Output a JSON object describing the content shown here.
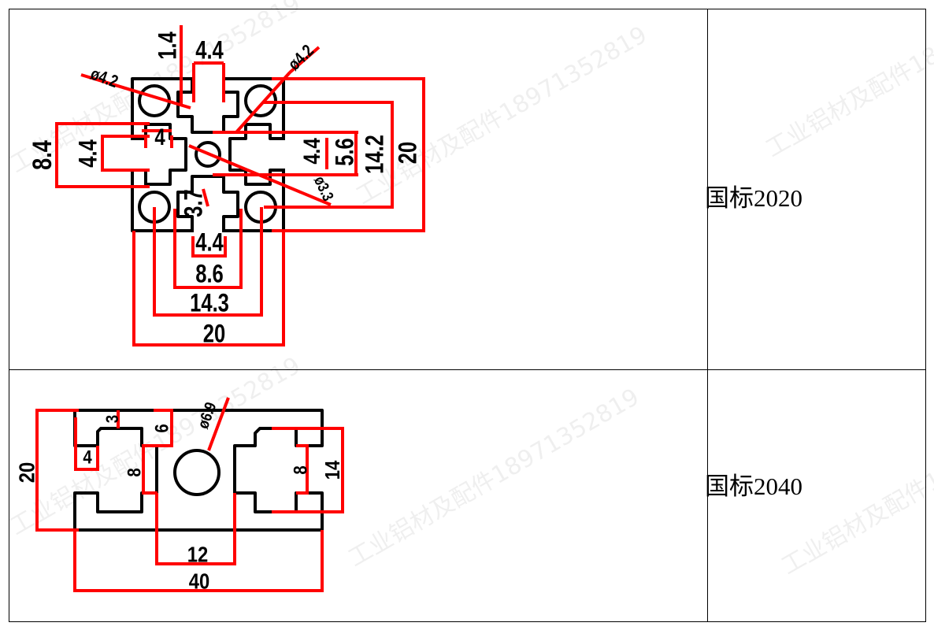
{
  "table": {
    "rows": [
      {
        "label": "国标2020",
        "dimensions": [
          "1.4",
          "4.4",
          "ø4.2",
          "ø4.2",
          "8.4",
          "4.4",
          "4",
          "4.4",
          "5.6",
          "14.2",
          "20",
          "ø3.3",
          "3.7",
          "4.4",
          "8.6",
          "14.3",
          "20"
        ]
      },
      {
        "label": "国标2040",
        "dimensions": [
          "20",
          "3",
          "6",
          "ø6.9",
          "4",
          "8",
          "8",
          "14",
          "12",
          "40"
        ]
      }
    ]
  },
  "watermark": "工业铝材及配件18971352819"
}
